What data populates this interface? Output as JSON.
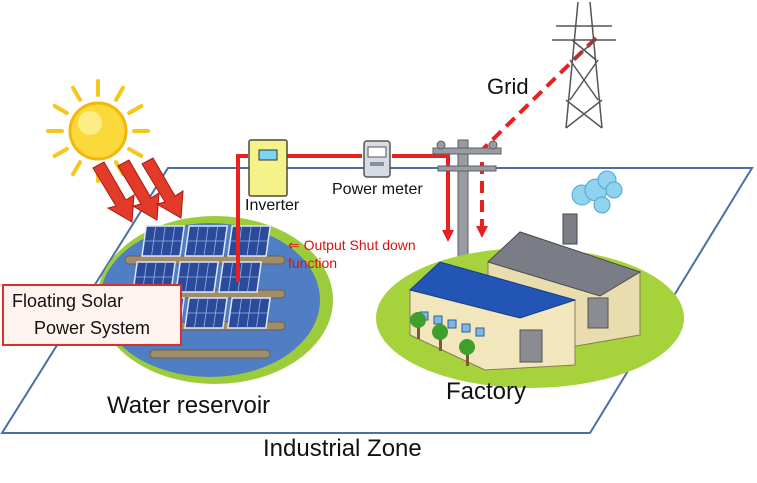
{
  "labels": {
    "grid": "Grid",
    "inverter": "Inverter",
    "power_meter": "Power meter",
    "output_shutdown": "⇐ Output Shut down function",
    "water_reservoir": "Water reservoir",
    "factory": "Factory",
    "industrial_zone": "Industrial Zone"
  },
  "callout": {
    "line1": "Floating Solar",
    "line2": "Power System"
  },
  "colors": {
    "power_line": "#e8201e",
    "ground": "#ffffff",
    "ground_border": "#4a6fa5",
    "reservoir_land": "#9ccc3c",
    "reservoir_water": "#4f7ec4",
    "factory_lawn": "#a6d23c",
    "inverter_body": "#f6f28a",
    "sun": "#f7c61a",
    "roof_blue": "#2255b5",
    "roof_gray": "#7a7d85",
    "smoke": "#8fd3ef"
  },
  "icons": [
    "sun-icon",
    "solar-panel-icon",
    "inverter-icon",
    "power-meter-icon",
    "utility-pole-icon",
    "transmission-tower-icon",
    "factory-icon",
    "tree-icon",
    "smoke-icon"
  ]
}
